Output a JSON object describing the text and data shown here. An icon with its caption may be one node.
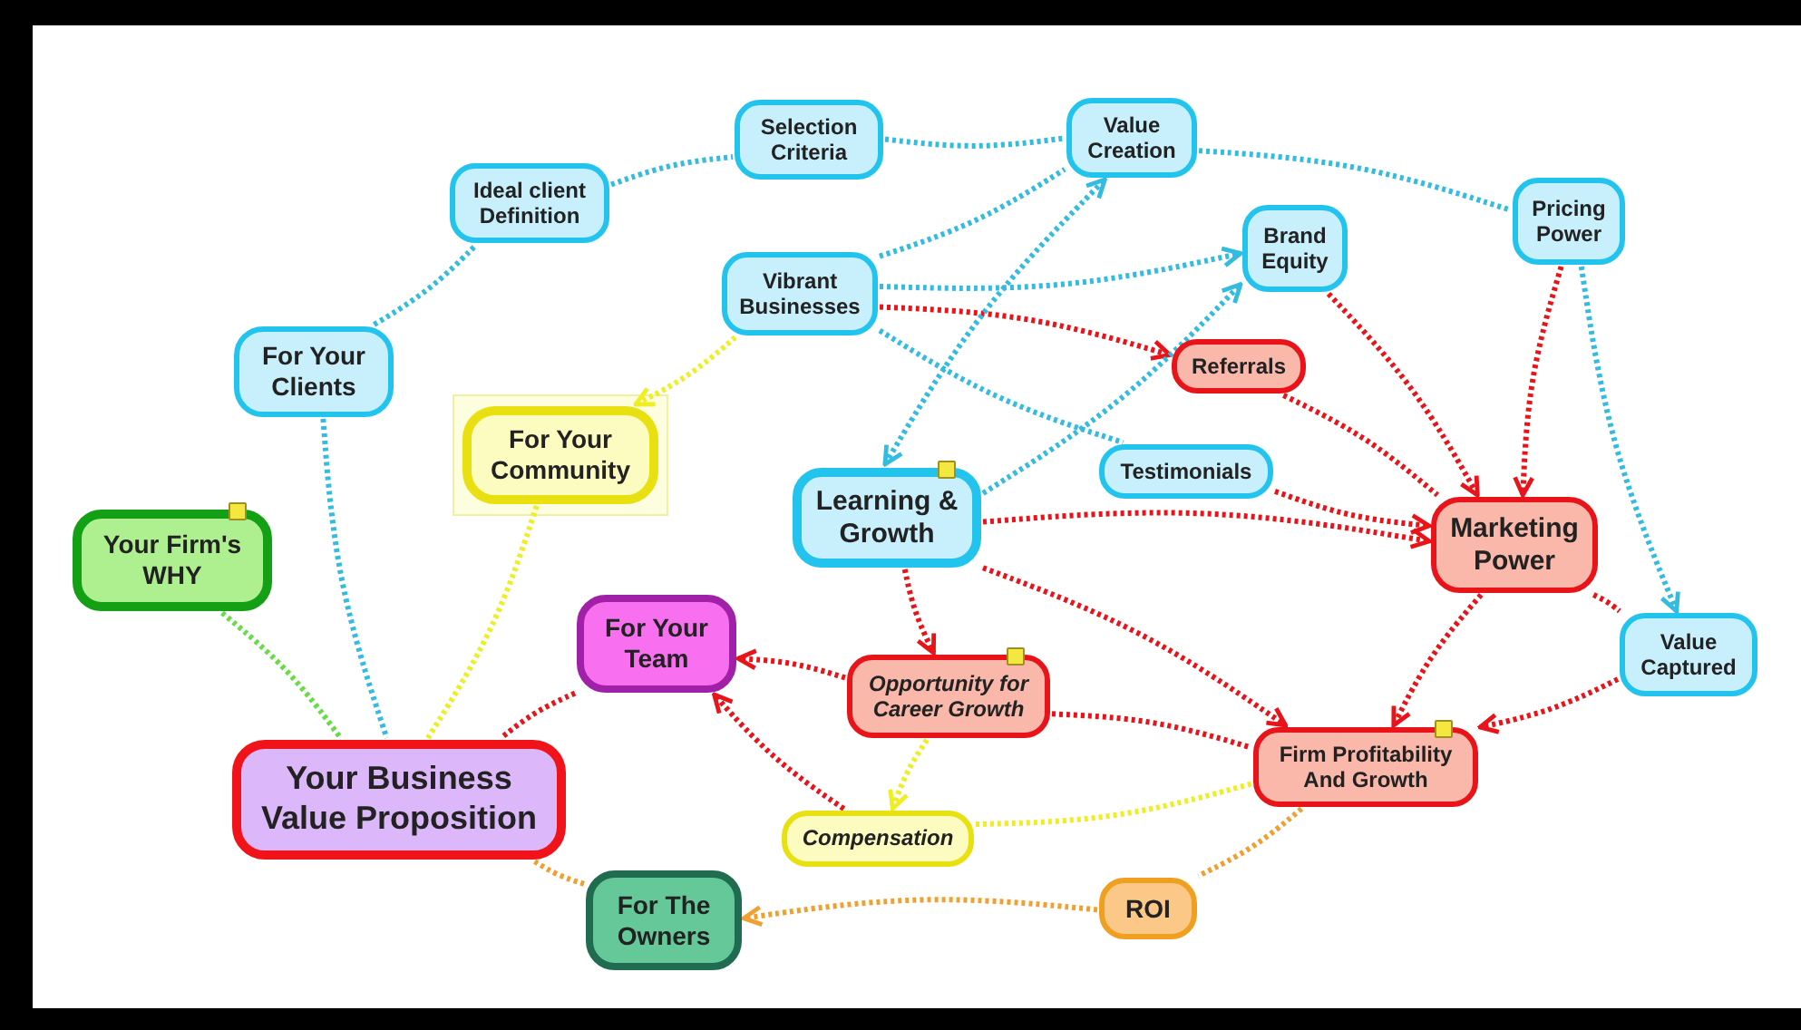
{
  "diagram": {
    "nodes": [
      {
        "text": [
          "Your Business Value Proposition"
        ]
      },
      {
        "text": [
          "Your Firm's WHY"
        ]
      },
      {
        "text": [
          "For Your Clients"
        ]
      },
      {
        "text": [
          "Ideal client Definition"
        ]
      },
      {
        "text": [
          "Selection Criteria"
        ]
      },
      {
        "text": [
          "Value Creation"
        ]
      },
      {
        "text": [
          "Pricing Power"
        ]
      },
      {
        "text": [
          "Vibrant Businesses"
        ]
      },
      {
        "text": [
          "Brand Equity"
        ]
      },
      {
        "text": [
          "For Your Community"
        ]
      },
      {
        "text": [
          "Referrals"
        ]
      },
      {
        "text": [
          "Testimonials"
        ]
      },
      {
        "text": [
          "Learning & Growth"
        ]
      },
      {
        "text": [
          "Marketing Power"
        ]
      },
      {
        "text": [
          "For Your Team"
        ]
      },
      {
        "text": [
          "Opportunity for Career Growth"
        ]
      },
      {
        "text": [
          "Value Captured"
        ]
      },
      {
        "text": [
          "Firm Profitability And Growth"
        ]
      },
      {
        "text": [
          "Compensation"
        ]
      },
      {
        "text": [
          "For The Owners"
        ]
      },
      {
        "text": [
          "ROI"
        ]
      }
    ],
    "edges": [
      {
        "from": 1,
        "to": 0,
        "arrow": "none",
        "color": "#66dd44"
      },
      {
        "from": 2,
        "to": 0,
        "arrow": "none",
        "color": "#33bbe0"
      },
      {
        "from": 9,
        "to": 0,
        "arrow": "none",
        "color": "#eeee22"
      },
      {
        "from": 14,
        "to": 0,
        "arrow": "none"
      },
      {
        "from": 19,
        "to": 0,
        "arrow": "none",
        "color": "#f0a030"
      },
      {
        "from": 2,
        "to": 3,
        "arrow": "none",
        "color": "#33bbe0"
      },
      {
        "from": 3,
        "to": 4,
        "arrow": "none",
        "color": "#33bbe0"
      },
      {
        "from": 4,
        "to": 5,
        "arrow": "none",
        "color": "#33bbe0"
      },
      {
        "from": 5,
        "to": 6,
        "arrow": "none",
        "color": "#33bbe0"
      },
      {
        "from": 7,
        "to": 5,
        "arrow": "none",
        "color": "#33bbe0"
      },
      {
        "from": 7,
        "to": 9,
        "arrow": "to",
        "color": "#eeee22"
      },
      {
        "from": 7,
        "to": 8,
        "arrow": "to",
        "color": "#33bbe0"
      },
      {
        "from": 7,
        "to": 10,
        "arrow": "to"
      },
      {
        "from": 7,
        "to": 11,
        "arrow": "none",
        "color": "#33bbe0"
      },
      {
        "from": 12,
        "to": 5,
        "arrow": "both",
        "color": "#33bbe0"
      },
      {
        "from": 12,
        "to": 8,
        "arrow": "to",
        "color": "#33bbe0"
      },
      {
        "from": 8,
        "to": 13,
        "arrow": "to"
      },
      {
        "from": 6,
        "to": 13,
        "arrow": "to"
      },
      {
        "from": 10,
        "to": 13,
        "arrow": "none"
      },
      {
        "from": 11,
        "to": 13,
        "arrow": "to"
      },
      {
        "from": 12,
        "to": 13,
        "arrow": "to"
      },
      {
        "from": 6,
        "to": 16,
        "arrow": "to",
        "color": "#33bbe0"
      },
      {
        "from": 13,
        "to": 16,
        "arrow": "none"
      },
      {
        "from": 12,
        "to": 15,
        "arrow": "to"
      },
      {
        "from": 12,
        "to": 17,
        "arrow": "to"
      },
      {
        "from": 13,
        "to": 17,
        "arrow": "to"
      },
      {
        "from": 16,
        "to": 17,
        "arrow": "to"
      },
      {
        "from": 15,
        "to": 14,
        "arrow": "to"
      },
      {
        "from": 18,
        "to": 14,
        "arrow": "to"
      },
      {
        "from": 15,
        "to": 18,
        "arrow": "to",
        "color": "#eeee22"
      },
      {
        "from": 15,
        "to": 17,
        "arrow": "none"
      },
      {
        "from": 18,
        "to": 17,
        "arrow": "none",
        "color": "#eeee22"
      },
      {
        "from": 17,
        "to": 20,
        "arrow": "none",
        "color": "#f0a030"
      },
      {
        "from": 20,
        "to": 19,
        "arrow": "to",
        "color": "#f0a030"
      }
    ]
  }
}
